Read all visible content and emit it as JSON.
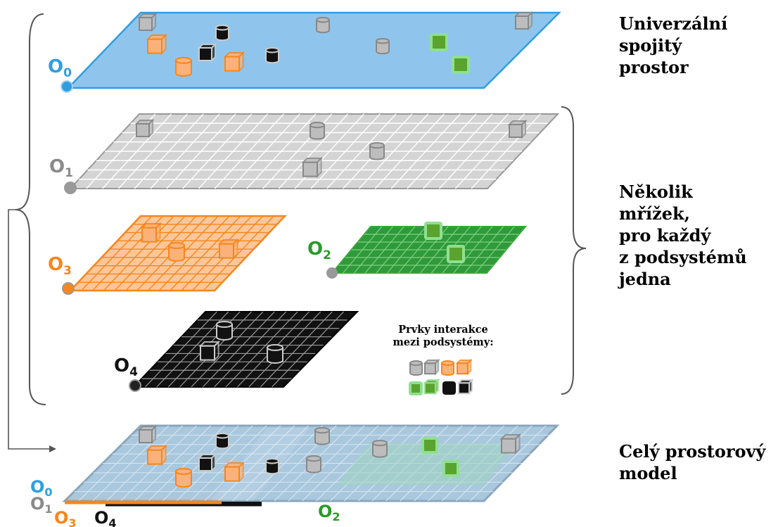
{
  "labels": {
    "top": "Univerzální\nspojitý\nprostor",
    "middle": "Několik\nmřížek,\npro každý\nz podsystémů\njedna",
    "bottom": "Celý prostorový\nmodel",
    "legend": "Prvky interakce\nmezi podsystémy:"
  },
  "origins": {
    "o0": {
      "letter": "O",
      "sub": "0"
    },
    "o1": {
      "letter": "O",
      "sub": "1"
    },
    "o2": {
      "letter": "O",
      "sub": "2"
    },
    "o3": {
      "letter": "O",
      "sub": "3"
    },
    "o4": {
      "letter": "O",
      "sub": "4"
    }
  },
  "colors": {
    "blue_plane": "#8fc5ec",
    "gray_plane": "#cfcfcf",
    "orange": "#f7861c",
    "green": "#3aa63a",
    "black": "#111111",
    "blue_label": "#2f9ee0",
    "gray_label": "#8a8a8a",
    "orange_label": "#f7861c",
    "green_label": "#2a9a2a"
  },
  "icons": {
    "cube": "cube-icon",
    "cylinder": "cylinder-icon"
  }
}
